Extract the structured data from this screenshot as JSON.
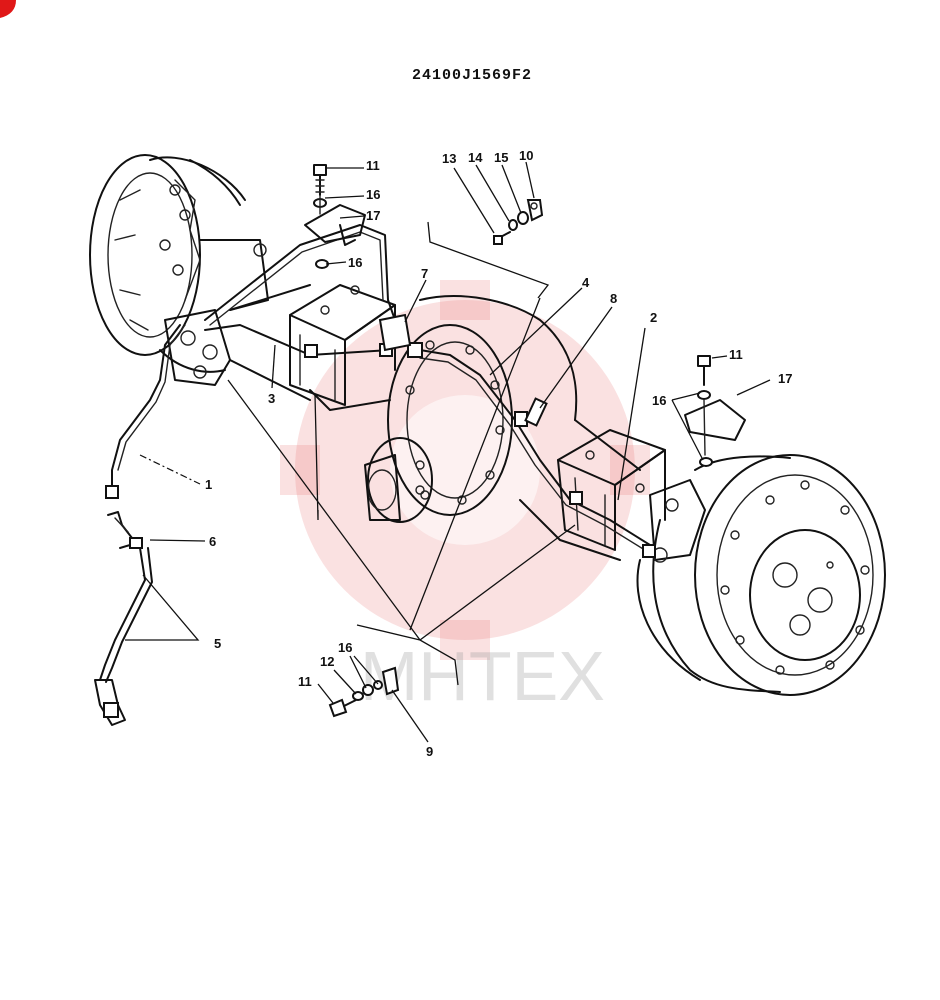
{
  "drawing_number": "24100J1569F2",
  "watermark_text": "MHTEX",
  "callouts": {
    "c1": "1",
    "c2": "2",
    "c3": "3",
    "c4": "4",
    "c5": "5",
    "c6": "6",
    "c7": "7",
    "c8": "8",
    "c9": "9",
    "c10": "10",
    "c11_top": "11",
    "c11_right": "11",
    "c11_bottom": "11",
    "c12": "12",
    "c13": "13",
    "c14": "14",
    "c15": "15",
    "c16_top": "16",
    "c16_mid": "16",
    "c16_right": "16",
    "c16_bottom": "16",
    "c17_top": "17",
    "c17_right": "17"
  },
  "colors": {
    "line": "#111111",
    "watermark": "#e46a6a",
    "background": "#ffffff"
  }
}
